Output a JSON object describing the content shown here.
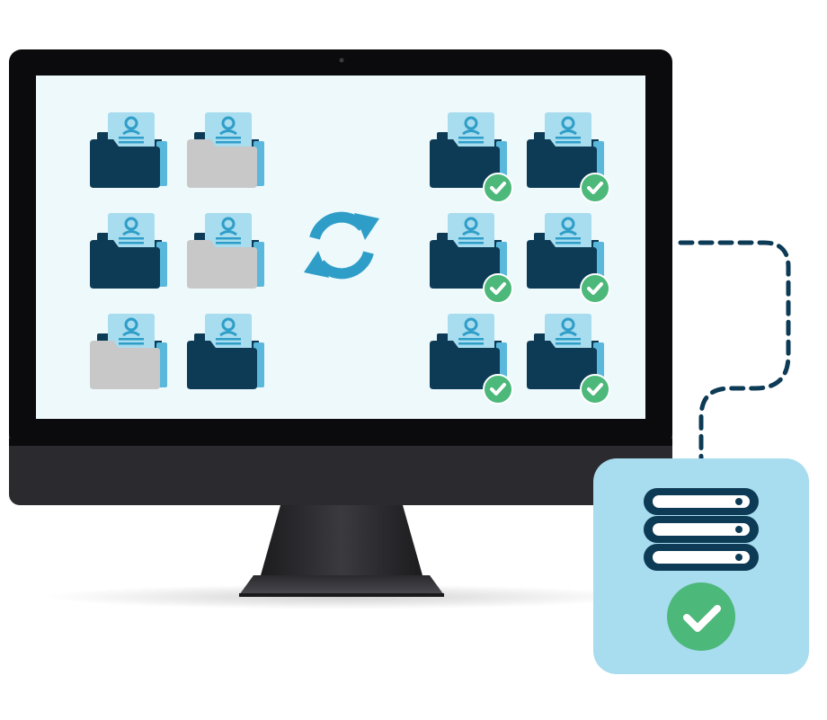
{
  "colors": {
    "background": "#ffffff",
    "monitor_bezel": "#0b0b0d",
    "monitor_chin": "#2b2b2f",
    "screen": "#eef9fc",
    "folder_dark": "#0d3b56",
    "folder_gray": "#c8c8c8",
    "document": "#a8dcef",
    "document_accent": "#2e9ec8",
    "document_back": "#5ab8dc",
    "sync": "#2e9ec8",
    "check": "#4cb87a",
    "server_panel": "#a8dcef",
    "server_dark": "#0d3b56",
    "connector": "#0d3b56"
  },
  "icons": {
    "sync": "sync-arrows-icon",
    "check": "checkmark-icon",
    "server": "server-stack-icon",
    "folder": "folder-with-profile-document-icon",
    "camera": "camera-dot-icon"
  },
  "left_folders": [
    {
      "state": "dark"
    },
    {
      "state": "gray"
    },
    {
      "state": "dark"
    },
    {
      "state": "gray"
    },
    {
      "state": "gray"
    },
    {
      "state": "dark"
    }
  ],
  "right_folders": [
    {
      "state": "dark",
      "synced": true
    },
    {
      "state": "dark",
      "synced": true
    },
    {
      "state": "dark",
      "synced": true
    },
    {
      "state": "dark",
      "synced": true
    },
    {
      "state": "dark",
      "synced": true
    },
    {
      "state": "dark",
      "synced": true
    }
  ],
  "server": {
    "verified": true
  }
}
